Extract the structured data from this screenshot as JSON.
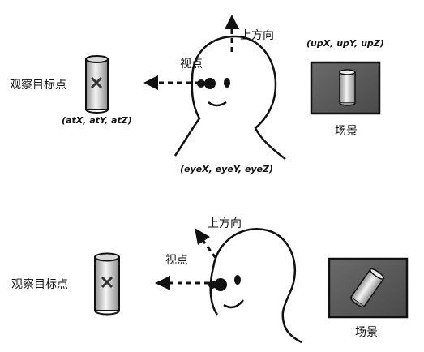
{
  "top_panel": {
    "up_direction_label": "上方向",
    "viewpoint_label": "视点",
    "target_label": "观察目标点",
    "target_coords": "(atX, atY, atZ)",
    "eye_coords": "(eyeX, eyeY, eyeZ)",
    "up_coords": "(upX, upY, upZ)",
    "scene_label": "场景"
  },
  "bottom_panel": {
    "up_direction_label": "上方向",
    "viewpoint_label": "视点",
    "target_label": "观察目标点",
    "scene_label": "场景"
  },
  "colors": {
    "ink": "#111111",
    "scene_box": "#5a5a5a",
    "cylinder_light": "#f2f2f2",
    "cylinder_dark": "#9a9a9a"
  }
}
